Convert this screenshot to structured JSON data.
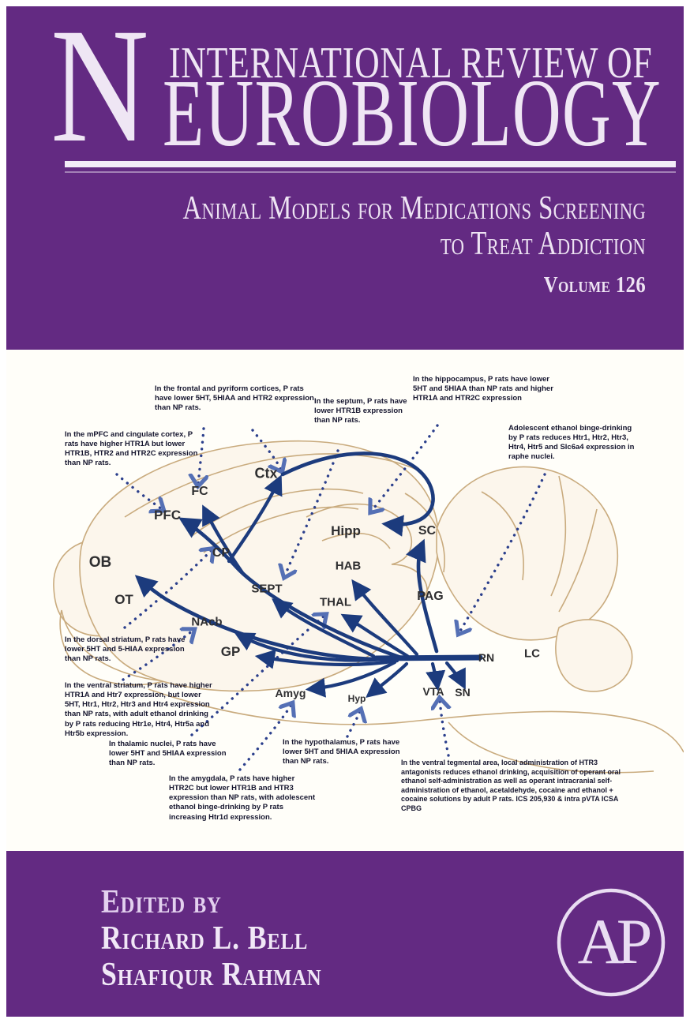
{
  "cover": {
    "header": {
      "initial": "N",
      "top_line": "INTERNATIONAL REVIEW OF",
      "main_line": "EUROBIOLOGY"
    },
    "subtitle": {
      "line1": "Animal Models for Medications Screening",
      "line2": "to Treat Addiction",
      "volume": "Volume 126"
    },
    "editors": {
      "edited_by": "Edited by",
      "names": [
        "Richard L. Bell",
        "Shafiqur Rahman"
      ]
    },
    "publisher_logo": {
      "name": "Academic Press",
      "monogram": "AP"
    },
    "colors": {
      "purple": "#632a82",
      "title_text": "#efe6f4",
      "panel": "#fffef9",
      "brain_outline": "#c9ab7e",
      "solid_arrow_navy": "#1c3b7d",
      "dotted_arrow_blue": "#2b3f8c",
      "dotted_arrowhead": "#5570b5",
      "annotation_text": "#15152e"
    }
  },
  "diagram": {
    "regions": [
      {
        "label": "Ctx"
      },
      {
        "label": "FC"
      },
      {
        "label": "PFC"
      },
      {
        "label": "OB"
      },
      {
        "label": "OT"
      },
      {
        "label": "CP"
      },
      {
        "label": "SEPT"
      },
      {
        "label": "NAcb"
      },
      {
        "label": "GP"
      },
      {
        "label": "Hipp"
      },
      {
        "label": "HAB"
      },
      {
        "label": "THAL"
      },
      {
        "label": "SC"
      },
      {
        "label": "PAG"
      },
      {
        "label": "RN"
      },
      {
        "label": "LC"
      },
      {
        "label": "VTA"
      },
      {
        "label": "SN"
      },
      {
        "label": "Amyg"
      },
      {
        "label": "Hyp"
      }
    ],
    "annotations": [
      {
        "text": "In the frontal and pyriform cortices, P rats have lower 5HT, 5HIAA and HTR2 expression than NP rats."
      },
      {
        "text": "In the septum, P rats have lower HTR1B expression than NP rats."
      },
      {
        "text": "In the hippocampus, P rats have lower 5HT and 5HIAA than NP rats and higher HTR1A and HTR2C expression"
      },
      {
        "text": "In the mPFC and cingulate cortex, P rats have higher HTR1A but lower HTR1B, HTR2 and HTR2C expression than NP rats."
      },
      {
        "text": "Adolescent ethanol binge-drinking by P rats reduces Htr1, Htr2, Htr3, Htr4, Htr5 and Slc6a4 expression in raphe nuclei."
      },
      {
        "text": "In the dorsal striatum, P rats have lower 5HT and 5-HIAA expression than NP rats."
      },
      {
        "text": "In the ventral striatum, P rats have higher HTR1A and Htr7 expression, but lower 5HT, Htr1, Htr2, Htr3 and Htr4 expression than NP rats, with adult ethanol drinking by P rats reducing Htr1e, Htr4, Htr5a and Htr5b expression."
      },
      {
        "text": "In thalamic nuclei, P rats have lower 5HT and 5HIAA expression than NP rats."
      },
      {
        "text": "In the amygdala, P rats have higher HTR2C but lower HTR1B and HTR3 expression than NP rats, with adolescent ethanol binge-drinking by P rats increasing Htr1d expression."
      },
      {
        "text": "In the hypothalamus, P rats have lower 5HT and 5HIAA expression than NP rats."
      },
      {
        "text": "In the ventral tegmental area, local administration of HTR3 antagonists reduces ethanol drinking, acquisition of operant oral ethanol self-administration as well as operant intracranial self-administration of ethanol, acetaldehyde, cocaine and ethanol + cocaine solutions by adult P rats. ICS 205,930 & intra pVTA ICSA CPBG"
      }
    ]
  }
}
